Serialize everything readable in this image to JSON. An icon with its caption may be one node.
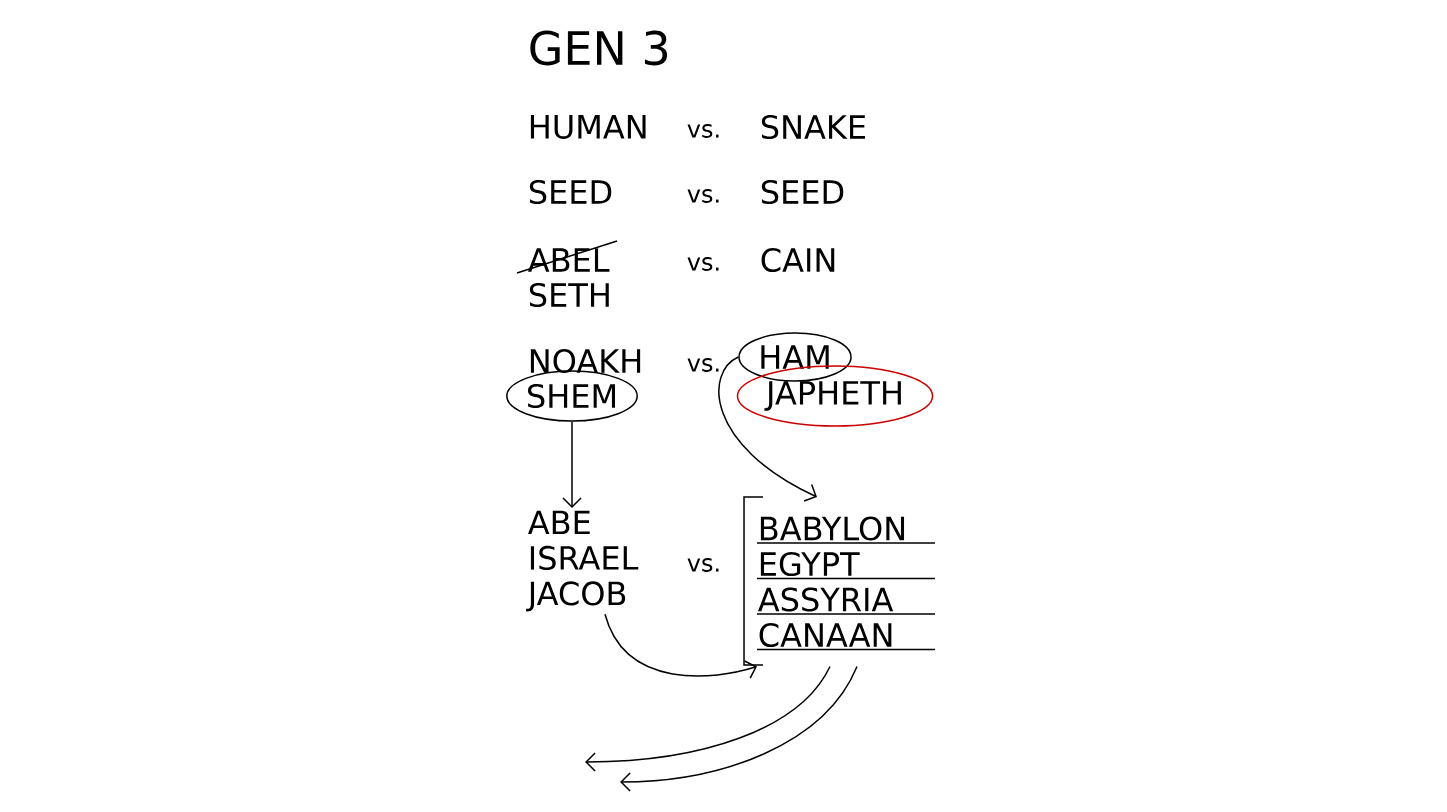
{
  "diagram": {
    "title": "GEN 3",
    "nodes": [
      {
        "text": [
          "SHEM"
        ]
      },
      {
        "text": [
          "HAM"
        ]
      },
      {
        "text": [
          "JAPHETH"
        ]
      },
      {
        "text": [
          "ABE",
          "ISRAEL",
          "JACOB"
        ]
      },
      {
        "text": [
          "BABYLON",
          "EGYPT",
          "ASSYRIA",
          "CANAAN"
        ]
      }
    ],
    "edges": [
      {
        "from": 0,
        "to": 3,
        "arrow": "to"
      },
      {
        "from": 1,
        "to": 4,
        "arrow": "to"
      },
      {
        "from": 3,
        "to": 4,
        "arrow": "to"
      },
      {
        "from": 4,
        "to": null,
        "arrow": "to"
      },
      {
        "from": 4,
        "to": null,
        "arrow": "to"
      }
    ],
    "labels": [
      "HUMAN",
      "vs.",
      "SNAKE",
      "SEED",
      "vs.",
      "SEED",
      "ABEL",
      "vs.",
      "CAIN",
      "SETH",
      "NOAKH",
      "vs.",
      "vs."
    ]
  }
}
